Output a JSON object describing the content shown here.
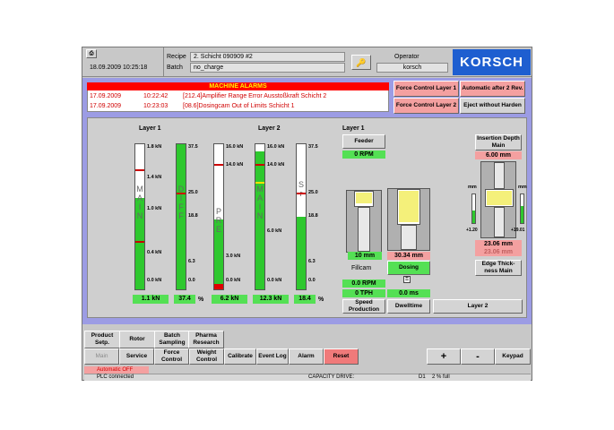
{
  "header": {
    "datetime": "18.09.2009 10:25:18",
    "recipe_label": "Recipe",
    "recipe_value": "2. Schicht 090909 #2",
    "batch_label": "Batch",
    "batch_value": "no_charge",
    "operator_label": "Operator",
    "operator_value": "korsch",
    "logo": "KORSCH"
  },
  "alarms": {
    "title": "MACHINE ALARMS",
    "rows": [
      {
        "date": "17.09.2009",
        "time": "10:22:42",
        "text": "[212.4]Amplifier Range Error Ausstoßkraft  Schicht 2"
      },
      {
        "date": "17.09.2009",
        "time": "10:23:03",
        "text": "[08.6]Dosingcam Out of Limits Schicht 1"
      }
    ]
  },
  "control_buttons": {
    "fc1": "Force Control Layer 1",
    "auto": "Automatic after 2 Rev.",
    "fc2": "Force Control Layer 2",
    "eject": "Eject without Harden"
  },
  "layer1": {
    "title": "Layer 1",
    "bar1": {
      "letters": "M A I N",
      "ticks": [
        "1.8 kN",
        "1.4 kN",
        "1.0 kN",
        "0.4 kN",
        "0.0 kN"
      ],
      "value": "1.1 kN",
      "fill": 0.63
    },
    "bar2": {
      "letters": "D I F F",
      "ticks": [
        "37.5",
        "25.0",
        "18.8",
        "6.3",
        "0.0"
      ],
      "value": "37.4",
      "unit": "%",
      "fill": 1.0
    }
  },
  "layer2": {
    "title": "Layer 2",
    "bar1": {
      "letters": "P R E",
      "ticks": [
        "16.0 kN",
        "14.0 kN",
        "3.0 kN",
        "0.0 kN"
      ],
      "value": "6.2 kN",
      "fill": 0.48
    },
    "bar2": {
      "letters": "M A I N",
      "ticks": [
        "16.0 kN",
        "14.0 kN",
        "6.0 kN",
        "0.0 kN"
      ],
      "value": "12.3 kN",
      "fill": 0.95
    },
    "bar3": {
      "letters": "S r",
      "ticks": [
        "37.5",
        "25.0",
        "18.8",
        "6.3",
        "0.0"
      ],
      "value": "18.4",
      "unit": "%",
      "fill": 0.5
    }
  },
  "right_panel": {
    "layer_title": "Layer 1",
    "feeder_btn": "Feeder",
    "feeder_rpm": "0 RPM",
    "fill_mm": "10  mm",
    "dosing_mm": "30.34 mm",
    "fillcam_label": "Fillcam",
    "dosing_btn": "Dosing",
    "rpm2": "0.0 RPM",
    "tph": "0 TPH",
    "ms": "0.0  ms",
    "speed_btn": "Speed Production",
    "dwell_btn": "Dwelltime",
    "layer2_btn": "Layer 2",
    "insertion_btn": "Insertion Depth Main",
    "insertion_val": "6.00 mm",
    "mm_left": "mm",
    "mm_right": "mm",
    "scale_left": "+1.20",
    "scale_right": "+19.01",
    "thick1": "23.06 mm",
    "thick2": "23.06 mm",
    "edge_btn": "Edge Thick-ness Main"
  },
  "tabs": [
    "Product Setp.",
    "Rotor",
    "Batch Sampling",
    "Pharma Research"
  ],
  "nav": [
    "Main",
    "Service",
    "Force Control",
    "Weight Control",
    "Calibrate",
    "Event Log",
    "Alarm",
    "Reset"
  ],
  "nav_right": {
    "plus": "+",
    "minus": "-",
    "keypad": "Keypad"
  },
  "status": {
    "auto": "Automatic  OFF",
    "plc": "PLC connected",
    "capacity_label": "CAPACITY DRIVE:",
    "d1": "D1",
    "full": "2 % full"
  },
  "colors": {
    "accent_purple": "#9c9ce4",
    "alarm_red": "#ff0000",
    "ok_green": "#54e054",
    "pink": "#f4a0a0"
  }
}
